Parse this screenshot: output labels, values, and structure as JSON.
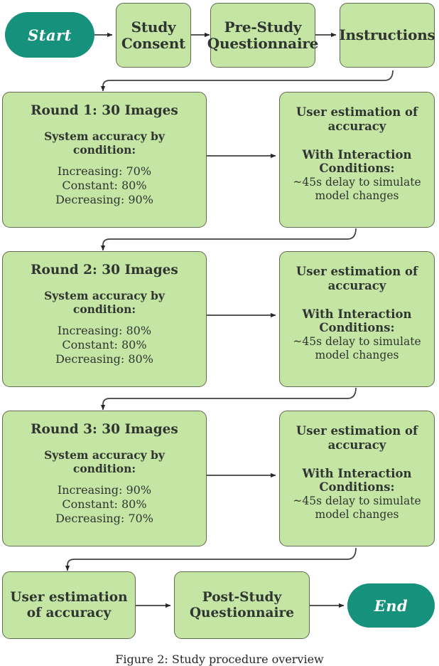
{
  "figure": {
    "caption": "Figure 2: Study procedure overview",
    "colors": {
      "process_fill": "#c5e5a4",
      "process_border": "#5c6b4e",
      "terminal_fill": "#15917c",
      "terminal_text": "#ffffff",
      "text": "#2f3530",
      "edge": "#404040",
      "background": "#ffffff"
    }
  },
  "nodes": {
    "start": {
      "label": "Start",
      "shape": "terminal"
    },
    "study_consent": {
      "label": "Study\nConsent",
      "line1": "Study",
      "line2": "Consent"
    },
    "pre_study_questionnaire": {
      "line1": "Pre-Study",
      "line2": "Questionnaire"
    },
    "instructions": {
      "line1": "Instructions"
    },
    "round1": {
      "title": "Round 1: 30 Images",
      "subhead_line1": "System accuracy by",
      "subhead_line2": "condition:",
      "conditions": [
        "Increasing: 70%",
        "Constant: 80%",
        "Decreasing: 90%"
      ]
    },
    "round2": {
      "title": "Round 2: 30 Images",
      "subhead_line1": "System accuracy by",
      "subhead_line2": "condition:",
      "conditions": [
        "Increasing: 80%",
        "Constant: 80%",
        "Decreasing: 80%"
      ]
    },
    "round3": {
      "title": "Round 3: 30 Images",
      "subhead_line1": "System accuracy by",
      "subhead_line2": "condition:",
      "conditions": [
        "Increasing: 90%",
        "Constant: 80%",
        "Decreasing: 70%"
      ]
    },
    "estimate1": {
      "head_line1": "User estimation of",
      "head_line2": "accuracy",
      "cond_line1": "With Interaction",
      "cond_line2": "Conditions:",
      "note_line1": "~45s delay to simulate",
      "note_line2": "model changes"
    },
    "estimate2": {
      "head_line1": "User estimation of",
      "head_line2": "accuracy",
      "cond_line1": "With Interaction",
      "cond_line2": "Conditions:",
      "note_line1": "~45s delay to simulate",
      "note_line2": "model changes"
    },
    "estimate3": {
      "head_line1": "User estimation of",
      "head_line2": "accuracy",
      "cond_line1": "With Interaction",
      "cond_line2": "Conditions:",
      "note_line1": "~45s delay to simulate",
      "note_line2": "model changes"
    },
    "final_estimate": {
      "line1": "User estimation",
      "line2": "of accuracy"
    },
    "post_study_questionnaire": {
      "line1": "Post-Study",
      "line2": "Questionnaire"
    },
    "end": {
      "label": "End",
      "shape": "terminal"
    }
  },
  "chart_data": {
    "type": "diagram",
    "title": "Study procedure flowchart",
    "flow": [
      "Start",
      "Study Consent",
      "Pre-Study Questionnaire",
      "Instructions",
      "Round 1: 30 Images",
      "User estimation of accuracy (Round 1)",
      "Round 2: 30 Images",
      "User estimation of accuracy (Round 2)",
      "Round 3: 30 Images",
      "User estimation of accuracy (Round 3)",
      "User estimation of accuracy",
      "Post-Study Questionnaire",
      "End"
    ],
    "rounds": [
      {
        "round": 1,
        "images": 30,
        "Increasing": 70,
        "Constant": 80,
        "Decreasing": 90
      },
      {
        "round": 2,
        "images": 30,
        "Increasing": 80,
        "Constant": 80,
        "Decreasing": 80
      },
      {
        "round": 3,
        "images": 30,
        "Increasing": 90,
        "Constant": 80,
        "Decreasing": 70
      }
    ],
    "interaction_delay_seconds": 45
  }
}
